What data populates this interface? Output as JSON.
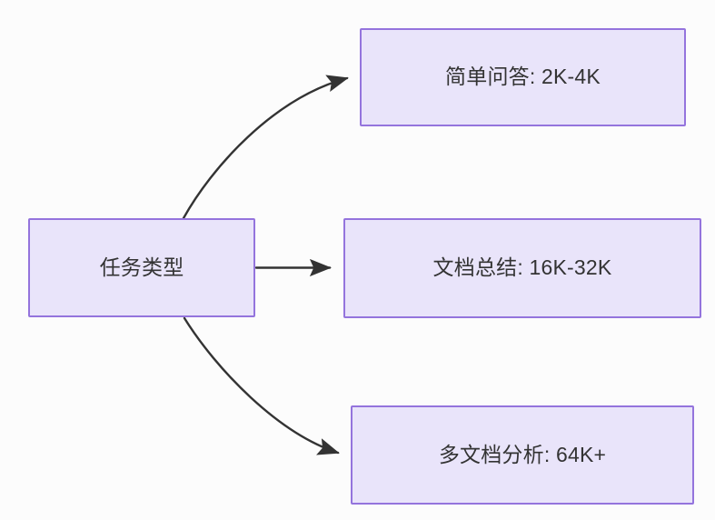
{
  "diagram": {
    "type": "flowchart",
    "direction": "left-to-right",
    "background_color": "#fcfcfc",
    "node_fill_color": "#e9e4fa",
    "node_border_color": "#9474dd",
    "node_text_color": "#333333",
    "edge_color": "#333333",
    "root": {
      "id": "task-type",
      "label": "任务类型"
    },
    "branches": [
      {
        "id": "simple-qa",
        "label": "简单问答: 2K-4K",
        "task": "简单问答",
        "context_length": "2K-4K",
        "edge_style": "curved"
      },
      {
        "id": "doc-summary",
        "label": "文档总结: 16K-32K",
        "task": "文档总结",
        "context_length": "16K-32K",
        "edge_style": "straight"
      },
      {
        "id": "multi-doc",
        "label": "多文档分析: 64K+",
        "task": "多文档分析",
        "context_length": "64K+",
        "edge_style": "curved"
      }
    ]
  }
}
